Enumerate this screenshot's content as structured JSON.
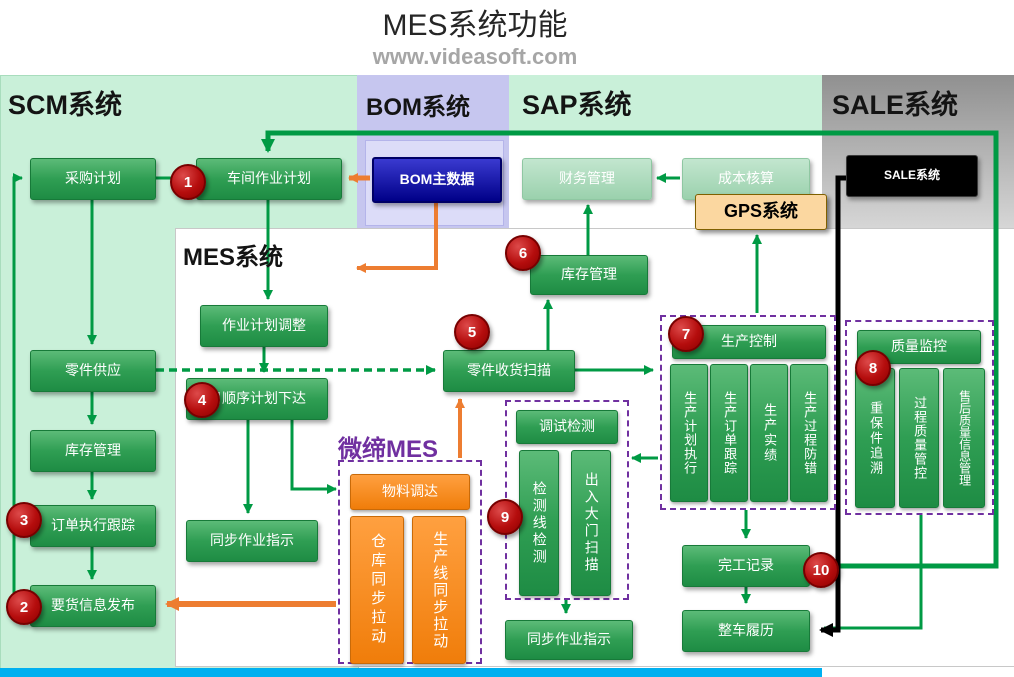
{
  "title": "MES系统功能",
  "subtitle": "www.videasoft.com",
  "headers": {
    "scm": "SCM系统",
    "bom": "BOM系统",
    "sap": "SAP系统",
    "sale": "SALE系统",
    "mes": "MES系统",
    "brand": "微缔MES"
  },
  "boxes": {
    "caigou": "采购计划",
    "chejian": "车间作业计划",
    "bom_master": "BOM主数据",
    "caiwu": "财务管理",
    "chengben": "成本核算",
    "gps": "GPS系统",
    "sale_sys": "SALE系统",
    "kucun_sap": "库存管理",
    "zuoye_tiaozheng": "作业计划调整",
    "lingjian_gongying": "零件供应",
    "richengxu": "日顺序计划下达",
    "lingjian_shouhuo": "零件收货扫描",
    "kucun_scm": "库存管理",
    "dingdan_genzong": "订单执行跟踪",
    "tongbu_zhishi_1": "同步作业指示",
    "yaohuo": "要货信息发布",
    "wuliao": "物料调达",
    "cangku_tongbu": "仓库同步拉动",
    "shengchanxian_tongbu": "生产线同步拉动",
    "tiaoshi": "调试检测",
    "jiance_xian": "检测线检测",
    "churu_damen": "出入大门扫描",
    "tongbu_zhishi_2": "同步作业指示",
    "shengchan_kongzhi": "生产控制",
    "sc_jihua": "生产计划执行",
    "sc_dingdan": "生产订单跟踪",
    "sc_shiji": "生产实绩",
    "sc_fangcuo": "生产过程防错",
    "zhiliang_jiankong": "质量监控",
    "zhongbao_zhuisu": "重保件追溯",
    "guocheng_guankong": "过程质量管控",
    "shouhou_xinxi": "售后质量信息管理",
    "wangong": "完工记录",
    "zhengche": "整车履历"
  },
  "steps": [
    "1",
    "2",
    "3",
    "4",
    "5",
    "6",
    "7",
    "8",
    "9",
    "10"
  ],
  "colors": {
    "flow_green": "#009A44",
    "flow_orange": "#ED7D31",
    "flow_black": "#000000",
    "group_purple": "#7030A0",
    "badge_red": "#B50D0D",
    "bottom_bar_blue": "#00B0F0",
    "scm_panel": "#C9F0D9",
    "bom_panel": "#C6C6EF",
    "sale_panel_gray": "#909090"
  }
}
